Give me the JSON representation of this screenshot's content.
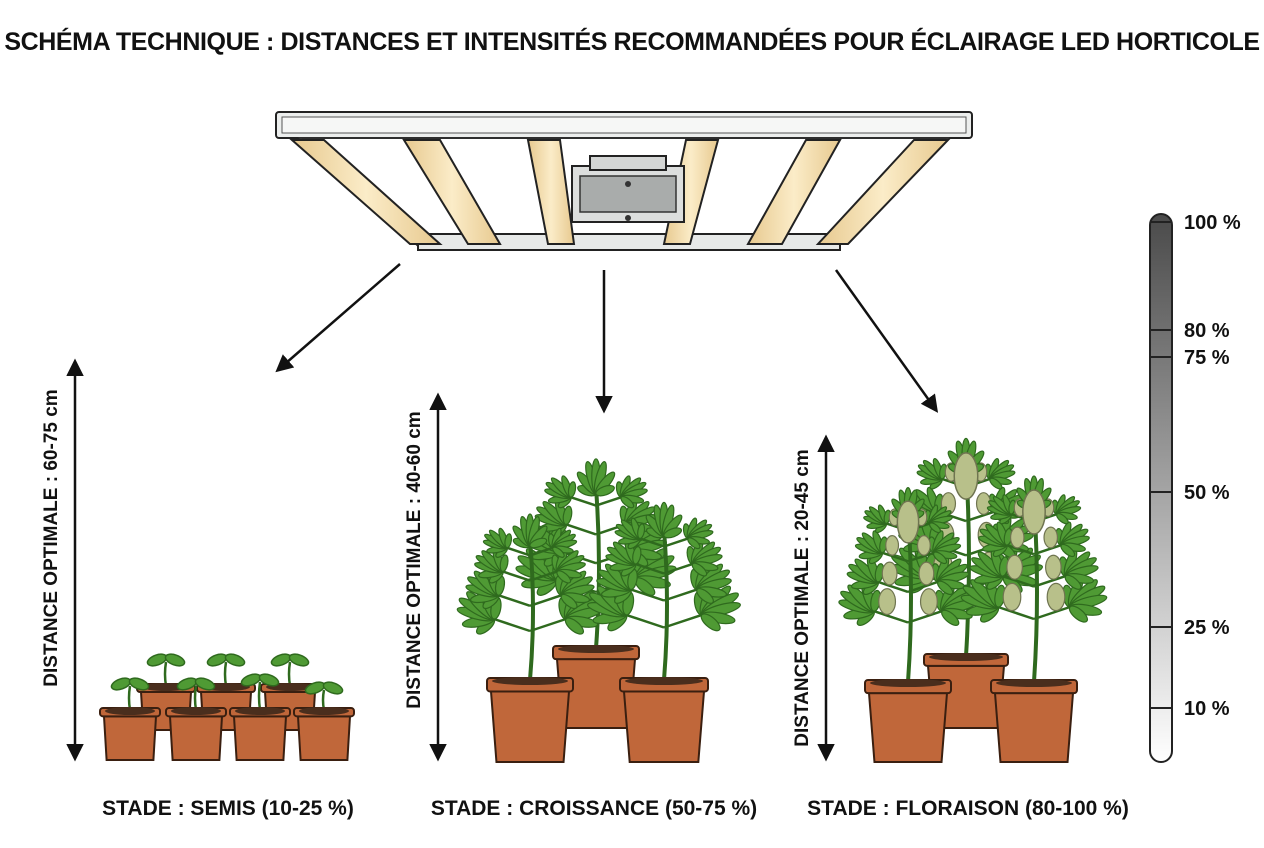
{
  "title": "SCHÉMA TECHNIQUE : DISTANCES ET INTENSITÉS RECOMMANDÉES POUR ÉCLAIRAGE LED HORTICOLE",
  "colors": {
    "pot": "#c0673a",
    "pot_dark": "#8e4623",
    "soil": "#4a2e1d",
    "leaf": "#4f9a34",
    "leaf_dark": "#2f6a1e",
    "bud": "#b8c08a",
    "lamp_frame": "#e9ebea",
    "lamp_strip": "#f3d9a6"
  },
  "stages": [
    {
      "distance_label": "DISTANCE OPTIMALE : 60-75 cm",
      "stage_label": "STADE : SEMIS (10-25 %)"
    },
    {
      "distance_label": "DISTANCE OPTIMALE : 40-60 cm",
      "stage_label": "STADE : CROISSANCE (50-75 %)"
    },
    {
      "distance_label": "DISTANCE OPTIMALE : 20-45 cm",
      "stage_label": "STADE : FLORAISON (80-100 %)"
    }
  ],
  "intensity_scale": {
    "min": 0,
    "max": 100,
    "ticks": [
      {
        "value": 100,
        "label": "100 %"
      },
      {
        "value": 80,
        "label": "80 %"
      },
      {
        "value": 75,
        "label": "75 %"
      },
      {
        "value": 50,
        "label": "50 %"
      },
      {
        "value": 25,
        "label": "25 %"
      },
      {
        "value": 10,
        "label": "10 %"
      }
    ]
  },
  "icons": [
    "led-grow-light-icon",
    "seedling-icon",
    "vegetative-plant-icon",
    "flowering-plant-icon",
    "pot-icon"
  ]
}
